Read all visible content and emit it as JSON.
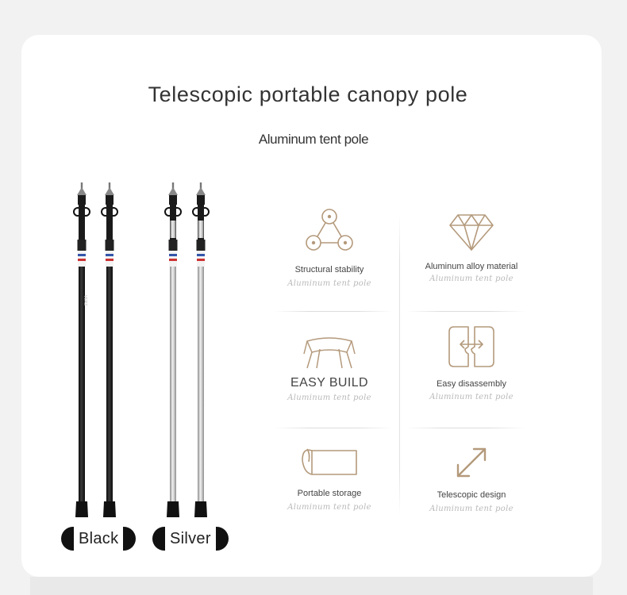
{
  "header": {
    "title": "Telescopic portable canopy pole",
    "subtitle": "Aluminum tent pole"
  },
  "product": {
    "variants": [
      {
        "label": "Black"
      },
      {
        "label": "Silver"
      }
    ],
    "pole_brand": "VERZ"
  },
  "features": [
    {
      "label": "Structural stability",
      "script": "Aluminum tent pole",
      "icon": "triangle-nodes-icon"
    },
    {
      "label": "Aluminum alloy material",
      "script": "Aluminum tent pole",
      "icon": "diamond-icon"
    },
    {
      "label": "EASY BUILD",
      "script": "Aluminum tent pole",
      "icon": "tarp-icon"
    },
    {
      "label": "Easy disassembly",
      "script": "Aluminum tent pole",
      "icon": "split-arrows-icon"
    },
    {
      "label": "Portable storage",
      "script": "Aluminum tent pole",
      "icon": "rolled-bag-icon"
    },
    {
      "label": "Telescopic design",
      "script": "Aluminum tent pole",
      "icon": "expand-arrows-icon"
    }
  ],
  "colors": {
    "accent": "#b49a7c",
    "black_pole": "#1b1b1b",
    "silver_pole": "#c9c9c9"
  }
}
